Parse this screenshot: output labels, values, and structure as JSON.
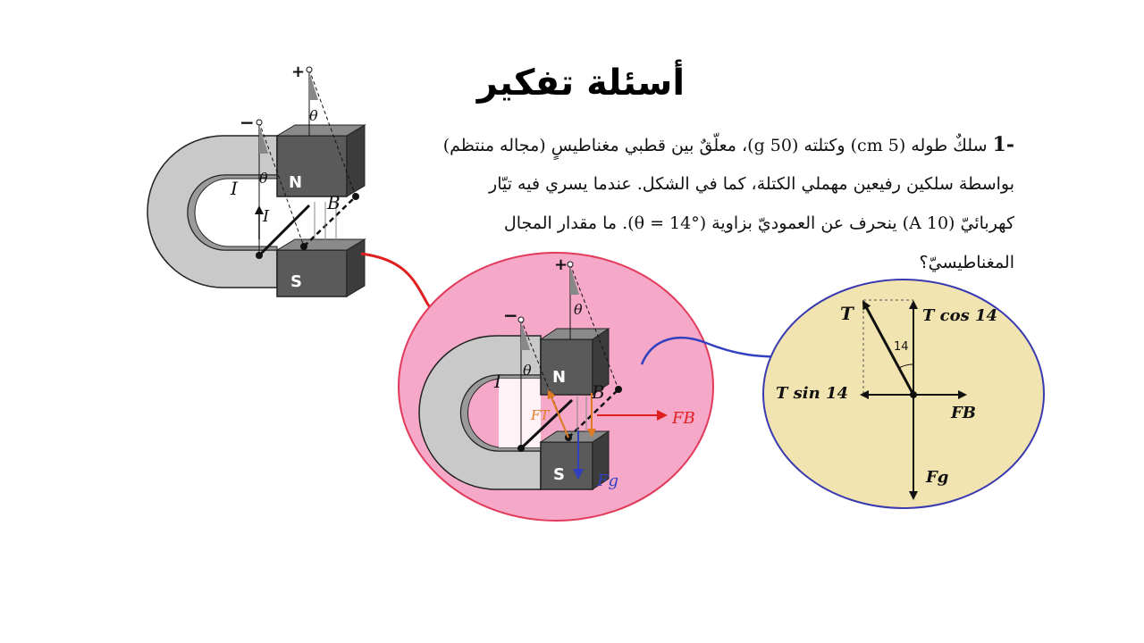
{
  "title": "أسئلة تفكير",
  "question": {
    "number": "-1",
    "lines": [
      "سلكٌ طوله (5 cm) وكتلته (50 g)، معلّقٌ بين قطبي مغناطيسٍ (مجاله منتظم)",
      "بواسطة سلكين رفيعين مهملي الكتلة، كما في الشكل. عندما يسري فيه تيّار",
      "كهربائيّ (10 A) ينحرف عن العموديّ بزاوية (θ = 14°). ما مقدار المجال",
      "المغناطيسيّ؟"
    ]
  },
  "figure_small": {
    "plus": "+",
    "minus": "−",
    "theta": "θ",
    "north": "N",
    "south": "S",
    "current": "I",
    "field": "B"
  },
  "figure_circle": {
    "plus": "+",
    "minus": "−",
    "theta": "θ",
    "north": "N",
    "south": "S",
    "current": "I",
    "field": "B",
    "tension": "FT",
    "magnetic_force": "FB",
    "gravity": "Fg",
    "fill_color": "#f6a8c8",
    "border_color": "#e23a5a"
  },
  "force_diagram": {
    "tension": "T",
    "vertical_component": "T cos 14",
    "horizontal_component": "T sin 14",
    "angle": "14",
    "magnetic_force": "FB",
    "gravity": "Fg",
    "fill_color": "#f2e4b0",
    "border_color": "#3a3ab0"
  },
  "colors": {
    "red_arrow": "#e02020",
    "blue_arrow": "#3040c0",
    "orange": "#e07a20"
  }
}
